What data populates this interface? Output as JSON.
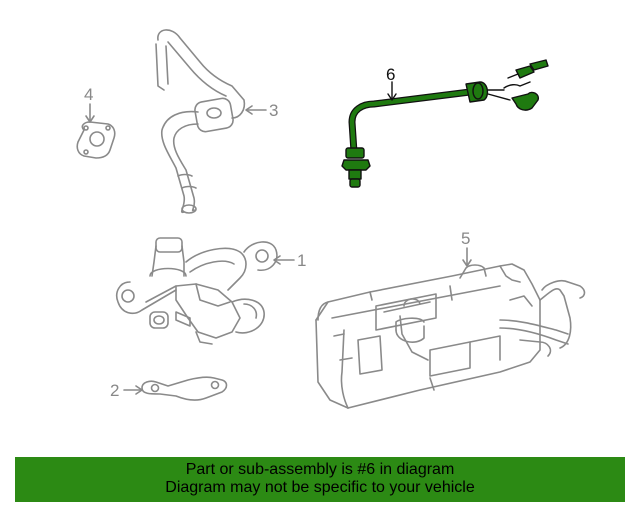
{
  "callouts": [
    {
      "number": "1",
      "part": "pump-valve-assembly"
    },
    {
      "number": "2",
      "part": "gasket"
    },
    {
      "number": "3",
      "part": "vent-hose"
    },
    {
      "number": "4",
      "part": "flange-seal"
    },
    {
      "number": "5",
      "part": "vapor-canister"
    },
    {
      "number": "6",
      "part": "oxygen-sensor"
    }
  ],
  "highlighted_callout": "6",
  "colors": {
    "line_art": "#8a8a8a",
    "highlight_part": "#1f7a10",
    "banner_background": "#2c8a14",
    "banner_text": "#000000"
  },
  "banner": {
    "line1": "Part or sub-assembly is #6 in diagram",
    "line2": "Diagram may not be specific to your vehicle"
  }
}
